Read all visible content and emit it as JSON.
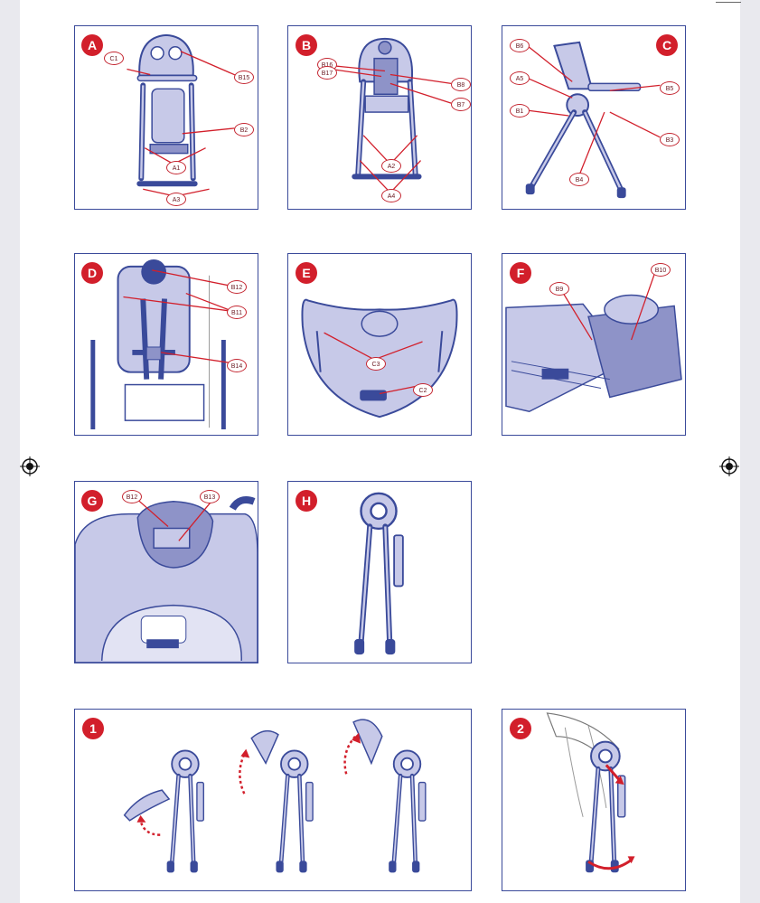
{
  "panels": {
    "A": {
      "badge": "A",
      "tags": {
        "c1": "C1",
        "b15": "B15",
        "b2": "B2",
        "a1": "A1",
        "a3": "A3"
      }
    },
    "B": {
      "badge": "B",
      "tags": {
        "b16": "B16",
        "b17": "B17",
        "b8": "B8",
        "b7": "B7",
        "a2": "A2",
        "a4": "A4"
      }
    },
    "C": {
      "badge": "C",
      "tags": {
        "b6": "B6",
        "a5": "A5",
        "b1": "B1",
        "b5": "B5",
        "b3": "B3",
        "b4": "B4"
      }
    },
    "D": {
      "badge": "D",
      "tags": {
        "b12": "B12",
        "b11": "B11",
        "b14": "B14"
      }
    },
    "E": {
      "badge": "E",
      "tags": {
        "c3": "C3",
        "c2": "C2"
      }
    },
    "F": {
      "badge": "F",
      "tags": {
        "b9": "B9",
        "b10": "B10"
      }
    },
    "G": {
      "badge": "G",
      "tags": {
        "b12": "B12",
        "b13": "B13"
      }
    },
    "H": {
      "badge": "H"
    },
    "step1": {
      "badge": "1"
    },
    "step2": {
      "badge": "2"
    }
  },
  "colors": {
    "line": "#3a4a9a",
    "fill": "#c7c9e8",
    "fill_dark": "#8e93c8",
    "red": "#d21f2b"
  },
  "icons": {
    "registration_mark": "crosshair-icon",
    "fold_arrow": "curved-arrow-icon"
  }
}
